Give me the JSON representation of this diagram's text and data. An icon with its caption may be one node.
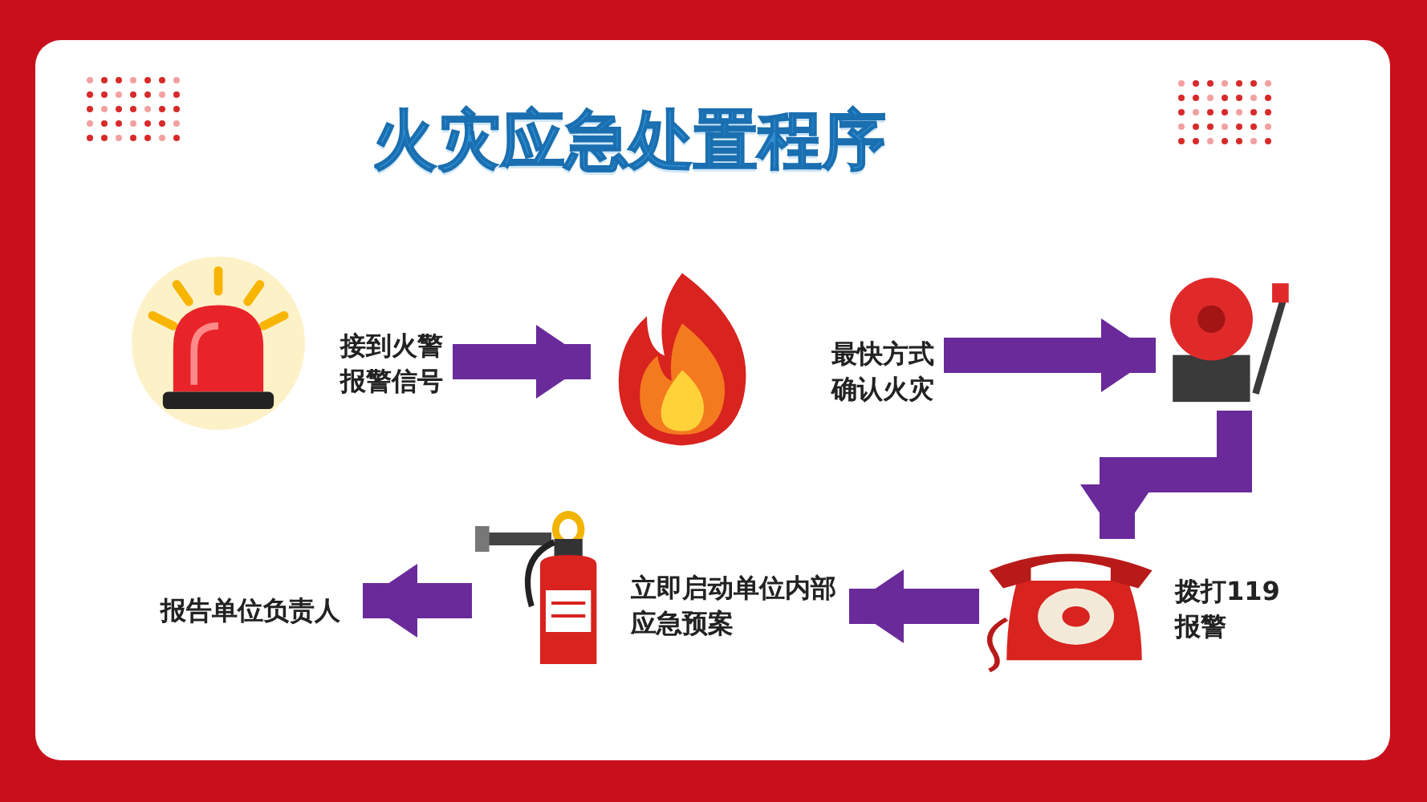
{
  "diagram": {
    "title": "火灾应急处置程序",
    "nodes": [
      {
        "text": [],
        "shape": "picture"
      },
      {
        "text": [
          "接到火警报警信号"
        ]
      },
      {
        "text": [],
        "shape": "picture"
      },
      {
        "text": [
          "最快方式确认火灾"
        ]
      },
      {
        "text": [],
        "shape": "picture"
      },
      {
        "text": [],
        "shape": "picture"
      },
      {
        "text": [
          "拨打119报警"
        ]
      },
      {
        "text": [
          "立即启动单位内部应急预案"
        ]
      },
      {
        "text": [],
        "shape": "picture"
      },
      {
        "text": [
          "报告单位负责人"
        ]
      }
    ],
    "edges": [
      {
        "from": 1,
        "to": 2,
        "arrow": "to"
      },
      {
        "from": 3,
        "to": 4,
        "arrow": "to"
      },
      {
        "from": 4,
        "to": 5,
        "arrow": "to"
      },
      {
        "from": 5,
        "to": 7,
        "arrow": "to"
      },
      {
        "from": 8,
        "to": 9,
        "arrow": "to"
      }
    ]
  }
}
